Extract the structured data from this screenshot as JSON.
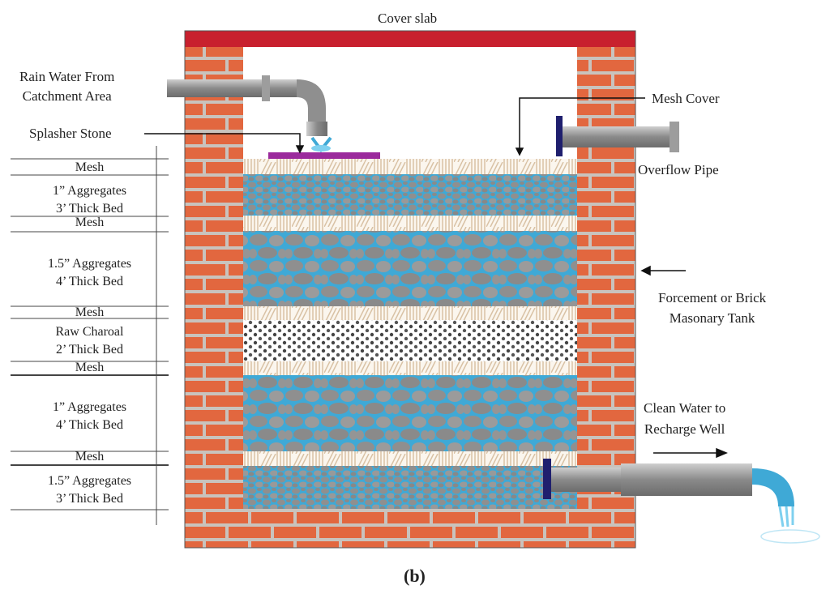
{
  "labels": {
    "cover_slab": "Cover slab",
    "rain_water": [
      "Rain Water From",
      "Catchment Area"
    ],
    "splasher_stone": "Splasher Stone",
    "mesh_cover": "Mesh Cover",
    "overflow_pipe": "Overflow Pipe",
    "tank": [
      "Forcement or Brick",
      "Masonary Tank"
    ],
    "clean_water": [
      "Clean Water to",
      "Recharge Well"
    ],
    "caption": "(b)"
  },
  "layers": [
    {
      "type": "mesh",
      "label": [
        "Mesh"
      ]
    },
    {
      "type": "small-aggregate",
      "label": [
        "1” Aggregates",
        "3’  Thick Bed"
      ]
    },
    {
      "type": "mesh",
      "label": [
        "Mesh"
      ]
    },
    {
      "type": "large-aggregate",
      "label": [
        "1.5” Aggregates",
        "4’  Thick Bed"
      ]
    },
    {
      "type": "mesh",
      "label": [
        "Mesh"
      ]
    },
    {
      "type": "charcoal",
      "label": [
        "Raw Charoal",
        "2’  Thick Bed"
      ]
    },
    {
      "type": "mesh",
      "label": [
        "Mesh"
      ]
    },
    {
      "type": "large-aggregate",
      "label": [
        "1” Aggregates",
        "4’  Thick Bed"
      ]
    },
    {
      "type": "mesh",
      "label": [
        "Mesh"
      ]
    },
    {
      "type": "small-aggregate",
      "label": [
        "1.5” Aggregates",
        "3’  Thick Bed"
      ]
    }
  ],
  "colors": {
    "brick": "#e2673f",
    "mortar": "#c9c3bd",
    "slab": "#c8202e",
    "stone": "#8f8f8f",
    "water": "#3fa9d6",
    "splasher": "#9b2a9c",
    "flange": "#1f1f6e",
    "pipe": "#9a9a9a",
    "mesh": "#d9c2a5"
  }
}
